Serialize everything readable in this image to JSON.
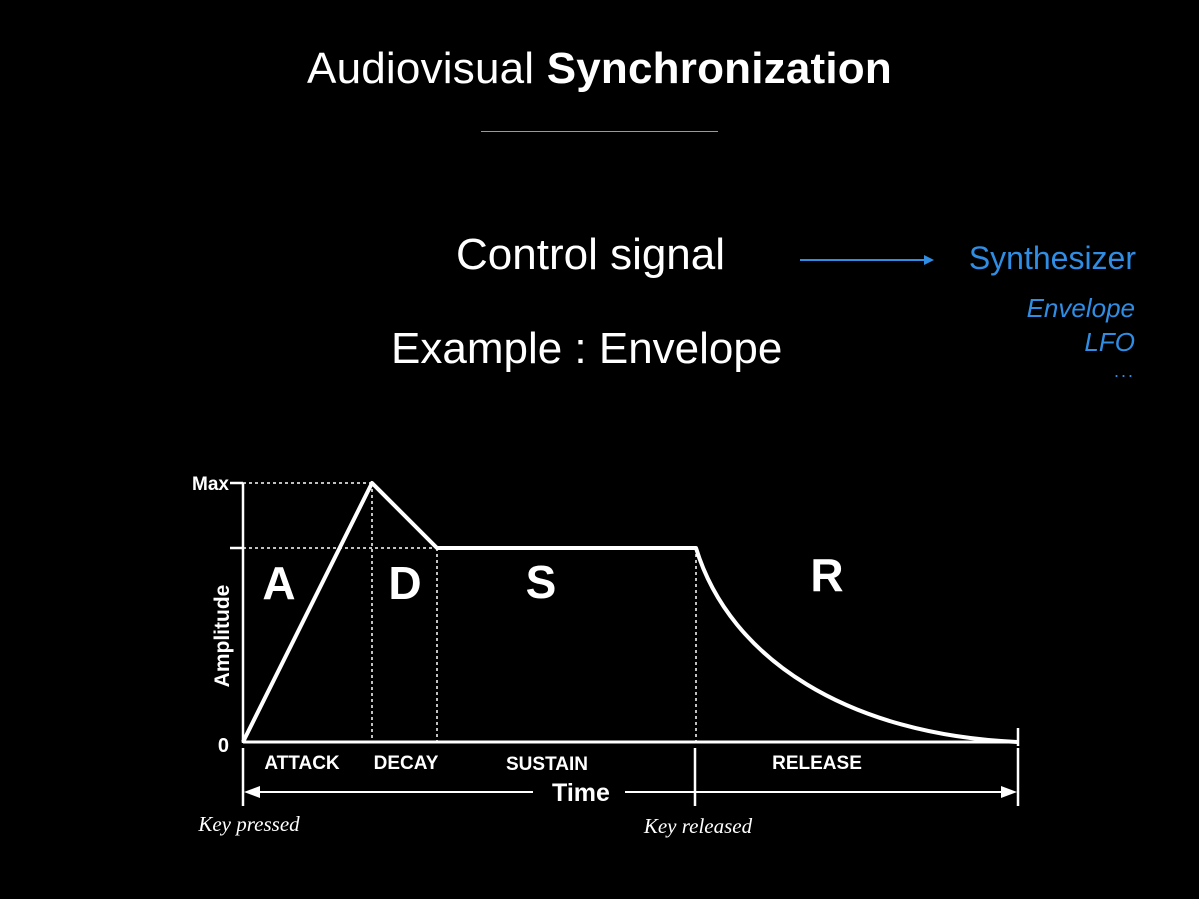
{
  "slide": {
    "title_regular": "Audiovisual",
    "title_bold": "Synchronization",
    "control_signal": "Control signal",
    "example": "Example : Envelope",
    "target": "Synthesizer",
    "target_items": [
      "Envelope",
      "LFO",
      "..."
    ],
    "accent_color": "#2f8de4"
  },
  "diagram": {
    "y_max_label": "Max",
    "y_zero_label": "0",
    "y_axis_label": "Amplitude",
    "x_axis_label": "Time",
    "stage_letters": [
      "A",
      "D",
      "S",
      "R"
    ],
    "stage_names": [
      "ATTACK",
      "DECAY",
      "SUSTAIN",
      "RELEASE"
    ],
    "key_pressed": "Key pressed",
    "key_released": "Key released"
  }
}
